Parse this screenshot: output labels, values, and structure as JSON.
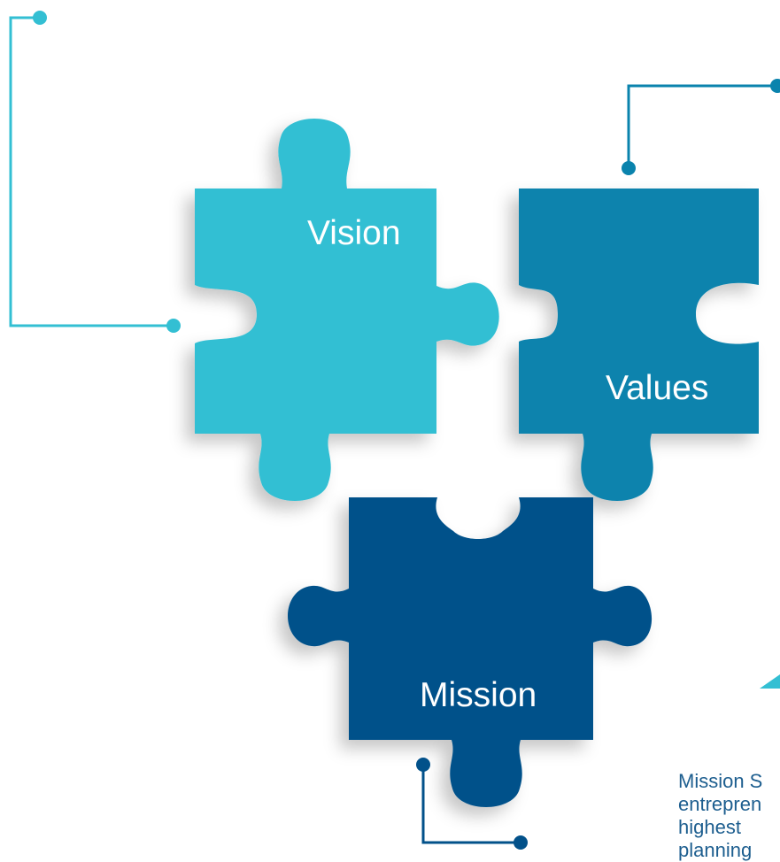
{
  "pieces": {
    "vision": {
      "label": "Vision",
      "color": "#33bfd3"
    },
    "values": {
      "label": "Values",
      "color": "#0a83ad"
    },
    "mission": {
      "label": "Mission",
      "color": "#02518a"
    }
  },
  "connector_colors": {
    "vision": "#33bfd3",
    "values": "#0a83ad",
    "mission": "#02518a"
  },
  "accent_triangle_color": "#33bfd3",
  "mission_statement": {
    "line1": "Mission S",
    "line2": "entrepren",
    "line3": "highest",
    "line4": "planning"
  }
}
